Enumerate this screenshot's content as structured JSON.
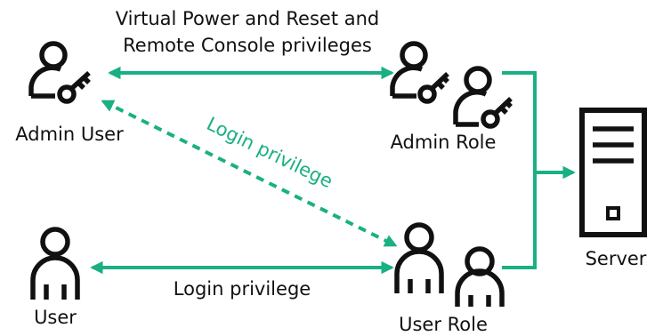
{
  "colors": {
    "ink": "#111111",
    "accent": "#1ab083"
  },
  "nodes": {
    "admin_user": {
      "label": "Admin User",
      "icon": "admin-user-key-icon"
    },
    "admin_role": {
      "label": "Admin Role",
      "icon": "admin-role-group-icon"
    },
    "user": {
      "label": "User",
      "icon": "user-icon"
    },
    "user_role": {
      "label": "User Role",
      "icon": "user-role-group-icon"
    },
    "server": {
      "label": "Server",
      "icon": "server-icon"
    }
  },
  "edges": {
    "admin_privileges_line1": "Virtual Power and Reset and",
    "admin_privileges_line2": "Remote Console privileges",
    "admin_login_privilege": "Login privilege",
    "user_login_privilege": "Login privilege"
  }
}
